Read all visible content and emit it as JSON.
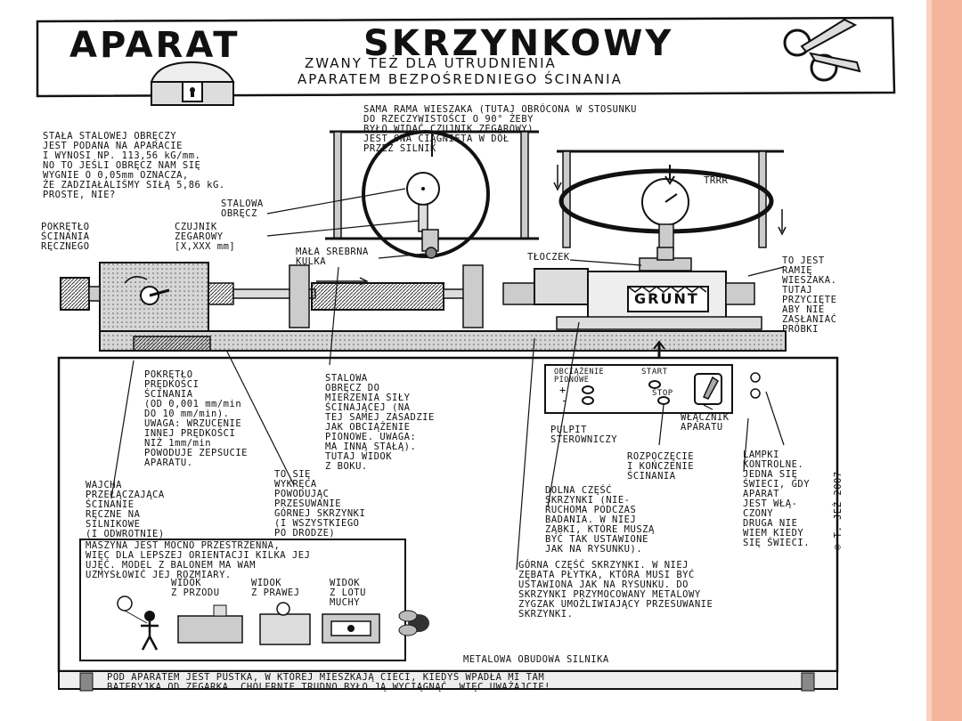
{
  "title": {
    "word1": "APARAT",
    "word2": "SKRZYNKOWY",
    "subtitle_line1": "ZWANY TEŻ DLA UTRUDNIENIA",
    "subtitle_line2": "APARATEM BEZPOŚREDNIEGO ŚCINANIA"
  },
  "annotations": {
    "ring_constant": "STAŁA STALOWEJ OBRĘCZY\nJEST PODANA NA APARACIE\nI WYNOSI NP. 113,56 kG/mm.\nNO TO JEŚLI OBRĘCZ NAM SIĘ\nWYGNIE O 0,05mm OZNACZA,\nŻE ZADZIAŁALIŚMY SIŁĄ 5,86 kG.\nPROSTE, NIE?",
    "frame": "SAMA RAMA WIESZAKA (TUTAJ OBRÓCONA W STOSUNKU\nDO RZECZYWISTOŚCI O 90° ŻEBY\nBYŁO WIDAĆ CZUJNIK ZEGAROWY)\nJEST ONA CIĄGNIĘTA W DÓŁ\nPRZEZ SILNIK",
    "steel_ring": "STALOWA\nOBRĘCZ",
    "dial_gauge": "CZUJNIK\nZEGAROWY\n[X,XXX mm]",
    "hand_crank": "POKRĘTŁO\nŚCINANIA\nRĘCZNEGO",
    "silver_ball": "MAŁA SREBRNA\nKULKA",
    "piston": "TŁOCZEK",
    "hanger_arm": "TO JEST\nRAMIĘ\nWIESZAKA.\nTUTAJ\nPRZYCIĘTE\nABY NIE\nZASŁANIAĆ\nPRÓBKI",
    "grunt": "GRUNT",
    "trrr": "TRRR",
    "speed_knob": "POKRĘTŁO\nPRĘDKOŚCI\nŚCINANIA\n(OD 0,001 mm/min\nDO 10 mm/min).\nUWAGA: WRZUCENIE\nINNEJ PRĘDKOŚCI\nNIŻ 1mm/min\nPOWODUJE ZEPSUCIE\nAPARATU.",
    "measure_ring": "STALOWA\nOBRĘCZ DO\nMIERZENIA SIŁY\nŚCINAJĄCEJ (NA\nTEJ SAMEJ ZASADZIE\nJAK OBCIĄŻENIE\nPIONOWE. UWAGA:\nMA INNĄ STAŁĄ).\nTUTAJ WIDOK\nZ BOKU.",
    "lever": "WAJCHA\nPRZEŁĄCZAJĄCA\nŚCINANIE\nRĘCZNE NA\nSILNIKOWE\n(I ODWROTNIE)",
    "screw": "TO SIĘ\nWYKRĘCA\nPOWODUJĄC\nPRZESUWANIE\nGÓRNEJ SKRZYNKI\n(I WSZYSTKIEGO\nPO DRODZE)",
    "panel": "PULPIT\nSTEROWNICZY",
    "switch": "WŁĄCZNIK\nAPARATU",
    "start_stop": "ROZPOCZĘCIE\nI KOŃCZENIE\nŚCINANIA",
    "lamps": "LAMPKI\nKONTROLNE.\nJEDNA SIĘ\nŚWIECI, GDY\nAPARAT\nJEST WŁĄ-\nCZONY\nDRUGA NIE\nWIEM KIEDY\nSIĘ ŚWIECI.",
    "lower_box": "DOLNA CZĘŚĆ\nSKRZYNKI (NIE-\nRUCHOMA PODCZAS\nBADANIA. W NIEJ\nZĄBKI, KTÓRE MUSZĄ\nBYĆ TAK USTAWIONE\nJAK NA RYSUNKU).",
    "upper_box": "GÓRNA CZĘŚĆ SKRZYNKI. W NIEJ\nZĘBATA PŁYTKA, KTÓRA MUSI BYĆ\nUSTAWIONA JAK NA RYSUNKU. DO\nSKRZYNKI PRZYMOCOWANY METALOWY\nZYGZAK UMOŻLIWIAJĄCY PRZESUWANIE\nSKRZYNKI.",
    "housing": "METALOWA OBUDOWA SILNIKA",
    "bottom_note": "POD APARATEM JEST PUSTKA, W KTÓREJ MIESZKAJĄ CIECI, KIEDYŚ WPADŁA MI TAM\nBATERYJKA OD ZEGARKA. CHOLERNIE TRUDNO BYŁO JĄ WYCIĄGNĄĆ. WIĘC UWAŻAJCIE!",
    "machine_note": "MASZYNA JEST MOCNO PRZESTRZENNA,\nWIĘC DLA LEPSZEJ ORIENTACJI KILKA JEJ\nUJĘĆ. MODEL Z BALONEM MA WAM\nUZMYSŁOWIĆ JEJ ROZMIARY.",
    "view_front": "WIDOK\nZ PRZODU",
    "view_right": "WIDOK\nZ PRAWEJ",
    "view_fly": "WIDOK\nZ LOTU\nMUCHY",
    "signature": "© T. JEŻ 2007"
  },
  "panel": {
    "load_label": "OBCIĄŻENIE\nPIONOWE",
    "start": "START",
    "stop": "STOP",
    "plus": "+",
    "minus": "-"
  }
}
